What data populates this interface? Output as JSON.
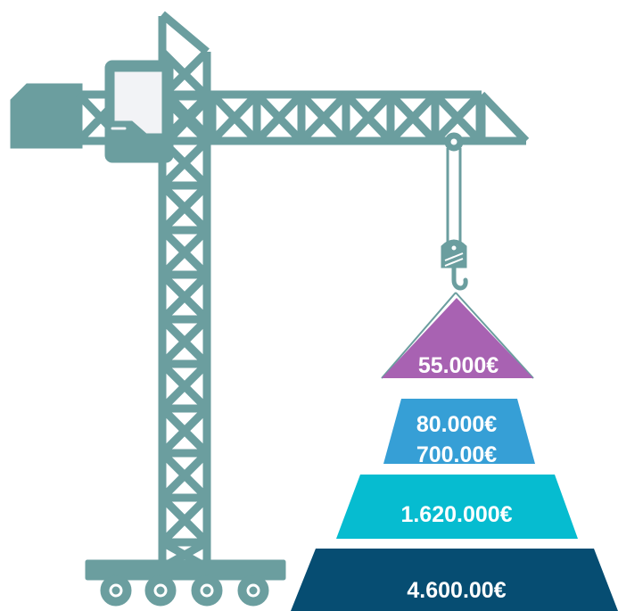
{
  "colors": {
    "crane": "#6b9e9f",
    "cab_window": "#f2f3f6",
    "background": "#ffffff",
    "label_text": "#ffffff"
  },
  "pyramid": {
    "tiers": [
      {
        "value_lines": [
          "55.000€"
        ],
        "color": "#a862b2"
      },
      {
        "value_lines": [
          "80.000€",
          "700.00€"
        ],
        "color": "#369fd6"
      },
      {
        "value_lines": [
          "1.620.000€"
        ],
        "color": "#06bcd0"
      },
      {
        "value_lines": [
          "4.600.00€"
        ],
        "color": "#064d72"
      }
    ]
  }
}
